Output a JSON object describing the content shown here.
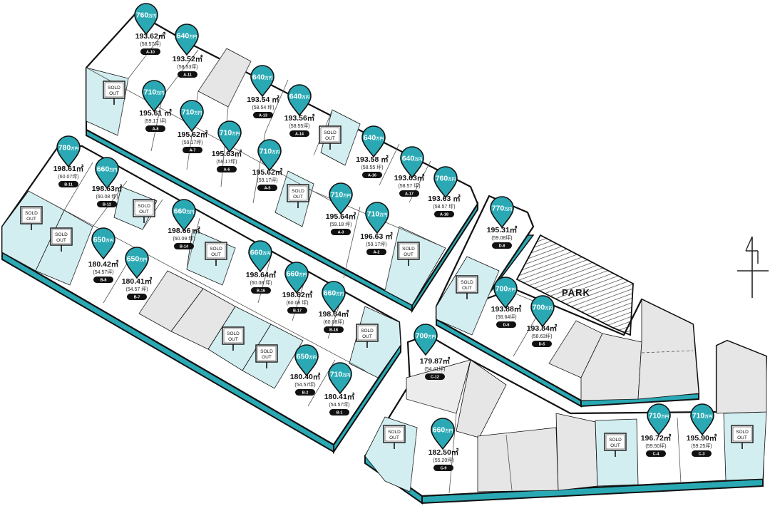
{
  "map": {
    "park_label": "PARK",
    "sold_out_line1": "SOLD",
    "sold_out_line2": "OUT",
    "price_unit": "万円",
    "colors": {
      "accent": "#2aa9b4",
      "accent_dark": "#1a8792",
      "sold_fill": "#d3eef1",
      "common_fill": "#e6e6e6",
      "lot_fill": "#ffffff",
      "outline": "#111111"
    }
  },
  "lots": [
    {
      "id": "A-10",
      "price": "760",
      "area": "193.62㎡",
      "tsubo": "(58.57坪)"
    },
    {
      "id": "A-11",
      "price": "640",
      "area": "193.52㎡",
      "tsubo": "(58.53坪)"
    },
    {
      "id": "A-8",
      "price": "710",
      "area": "195.61 ㎡",
      "tsubo": "(59.17 坪)"
    },
    {
      "id": "A-7",
      "price": "710",
      "area": "195.62㎡",
      "tsubo": "(59.17坪)"
    },
    {
      "id": "A-6",
      "price": "710",
      "area": "195.63㎡",
      "tsubo": "(59.17坪)"
    },
    {
      "id": "A-5",
      "price": "710",
      "area": "195.62㎡",
      "tsubo": "(59.17坪)"
    },
    {
      "id": "A-13",
      "price": "640",
      "area": "193.54 ㎡",
      "tsubo": "(58.54 坪)"
    },
    {
      "id": "A-14",
      "price": "640",
      "area": "193.56㎡",
      "tsubo": "(58.55坪)"
    },
    {
      "id": "A-16",
      "price": "640",
      "area": "193.58 ㎡",
      "tsubo": "(58.55 坪)"
    },
    {
      "id": "A-17",
      "price": "640",
      "area": "193.63㎡",
      "tsubo": "(58.57 坪)"
    },
    {
      "id": "A-18",
      "price": "760",
      "area": "193.63 ㎡",
      "tsubo": "(58.57 坪)"
    },
    {
      "id": "A-3",
      "price": "710",
      "area": "195.64㎡",
      "tsubo": "(59.18 坪)"
    },
    {
      "id": "A-2",
      "price": "710",
      "area": "196.63 ㎡",
      "tsubo": "(59.17坪)"
    },
    {
      "id": "B-11",
      "price": "780",
      "area": "198.61㎡",
      "tsubo": "(60.07坪)"
    },
    {
      "id": "B-12",
      "price": "660",
      "area": "198.63㎡",
      "tsubo": "(60.08 坪)"
    },
    {
      "id": "B-14",
      "price": "660",
      "area": "198.66 ㎡",
      "tsubo": "(60.09 坪)"
    },
    {
      "id": "B-8",
      "price": "650",
      "area": "180.42㎡",
      "tsubo": "(54.57坪)"
    },
    {
      "id": "B-7",
      "price": "650",
      "area": "180.41㎡",
      "tsubo": "(54.57 坪)"
    },
    {
      "id": "B-16",
      "price": "660",
      "area": "198.64㎡",
      "tsubo": "(60.08 坪)"
    },
    {
      "id": "B-17",
      "price": "660",
      "area": "198.62㎡",
      "tsubo": "(60.08 坪)"
    },
    {
      "id": "B-18",
      "price": "660",
      "area": "198.64㎡",
      "tsubo": "(60.08坪)"
    },
    {
      "id": "B-2",
      "price": "650",
      "area": "180.40㎡",
      "tsubo": "(54.57坪)"
    },
    {
      "id": "B-1",
      "price": "710",
      "area": "180.41㎡",
      "tsubo": "(54.57坪)"
    },
    {
      "id": "D-8",
      "price": "770",
      "area": "195.31㎡",
      "tsubo": "(59.08坪)"
    },
    {
      "id": "D-6",
      "price": "700",
      "area": "193.88㎡",
      "tsubo": "(58.64坪)"
    },
    {
      "id": "D-5",
      "price": "700",
      "area": "193.84㎡",
      "tsubo": "(58.63坪)"
    },
    {
      "id": "C-12",
      "price": "700",
      "area": "179.87㎡",
      "tsubo": "(54.41坪)"
    },
    {
      "id": "C-9",
      "price": "660",
      "area": "182.50㎡",
      "tsubo": "(55.20坪)"
    },
    {
      "id": "C-4",
      "price": "710",
      "area": "196.72㎡",
      "tsubo": "(59.50坪)"
    },
    {
      "id": "C-3",
      "price": "710",
      "area": "195.90㎡",
      "tsubo": "(59.25坪)"
    }
  ]
}
